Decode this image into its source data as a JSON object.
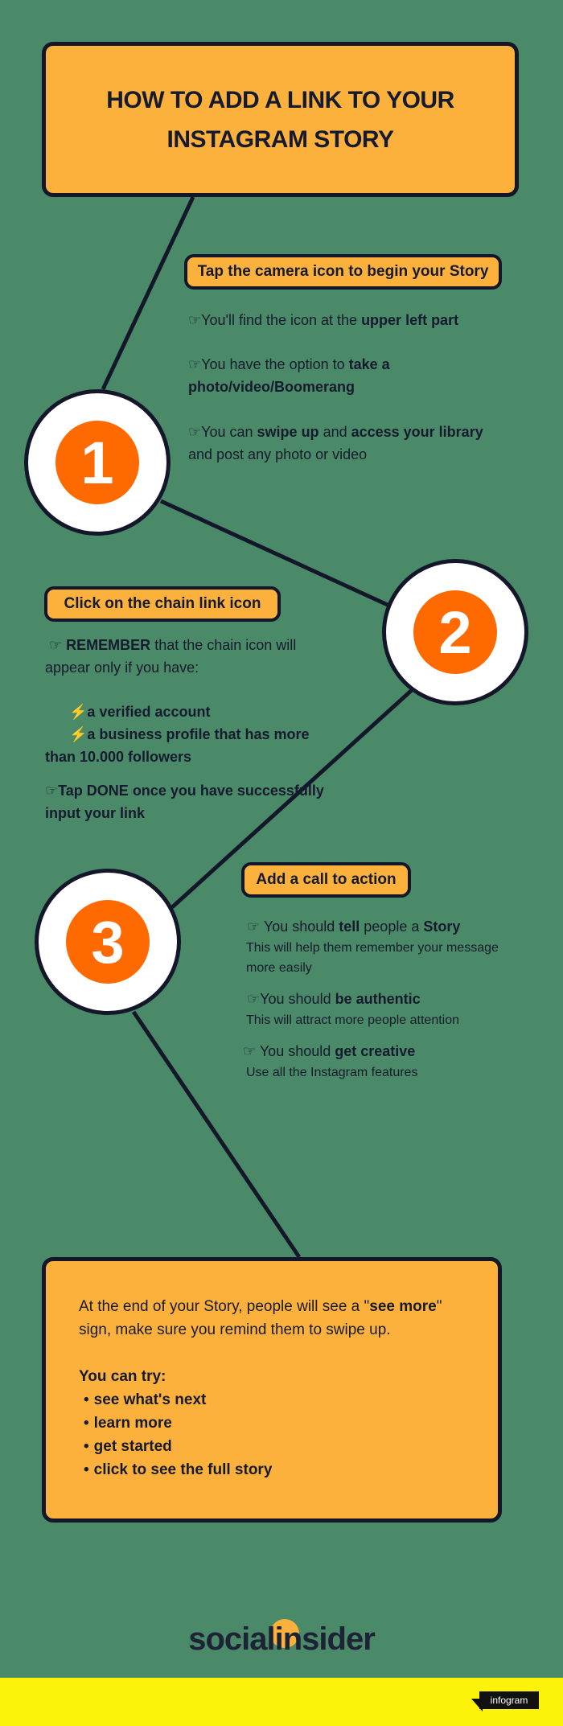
{
  "title": "HOW TO ADD A LINK TO YOUR INSTAGRAM STORY",
  "hand": "☞",
  "bolt": "⚡",
  "step1": {
    "number": "1",
    "pill": "Tap the camera icon to begin your Story",
    "b1_pre": "You'll find the icon at the ",
    "b1_bold": "upper left part",
    "b2_pre": "You have the option to ",
    "b2_bold": "take a photo/video/Boomerang",
    "b3_pre": "You can ",
    "b3_bold1": "swipe up",
    "b3_mid": " and ",
    "b3_bold2": "access your library",
    "b3_post": " and post any photo or video"
  },
  "step2": {
    "number": "2",
    "pill": "Click on the chain link icon",
    "remember_bold": "REMEMBER",
    "remember_rest": " that the chain icon will appear only if you have:",
    "req1": "a verified account",
    "req2": "a business profile that has more than 10.000 followers",
    "done_bold": "Tap DONE",
    "done_rest": " once you have successfully input your link"
  },
  "step3": {
    "number": "3",
    "pill": "Add a call to action",
    "t1_pre": "You should ",
    "t1_bold1": "tell",
    "t1_mid": " people a ",
    "t1_bold2": "Story",
    "t1_sub": "This will help them remember your message more easily",
    "t2_pre": "You should ",
    "t2_bold": "be authentic",
    "t2_sub": "This will attract more people attention",
    "t3_pre": "You should ",
    "t3_bold": "get creative",
    "t3_sub": "Use all the Instagram features"
  },
  "ending": {
    "p1_pre": "At the end of your Story, people will see a \"",
    "p1_bold": "see more",
    "p1_post": "\" sign, make sure you remind them to swipe up.",
    "try_label": "You can try:",
    "options": [
      "see what's next",
      "learn more",
      "get started",
      "click to see the full story"
    ]
  },
  "logo": "socialinsider",
  "badge": "infogram",
  "colors": {
    "background": "#4a8a68",
    "box": "#fdb13d",
    "accent": "#ff6a00",
    "footer": "#fdf20a",
    "outline": "#14172a"
  }
}
